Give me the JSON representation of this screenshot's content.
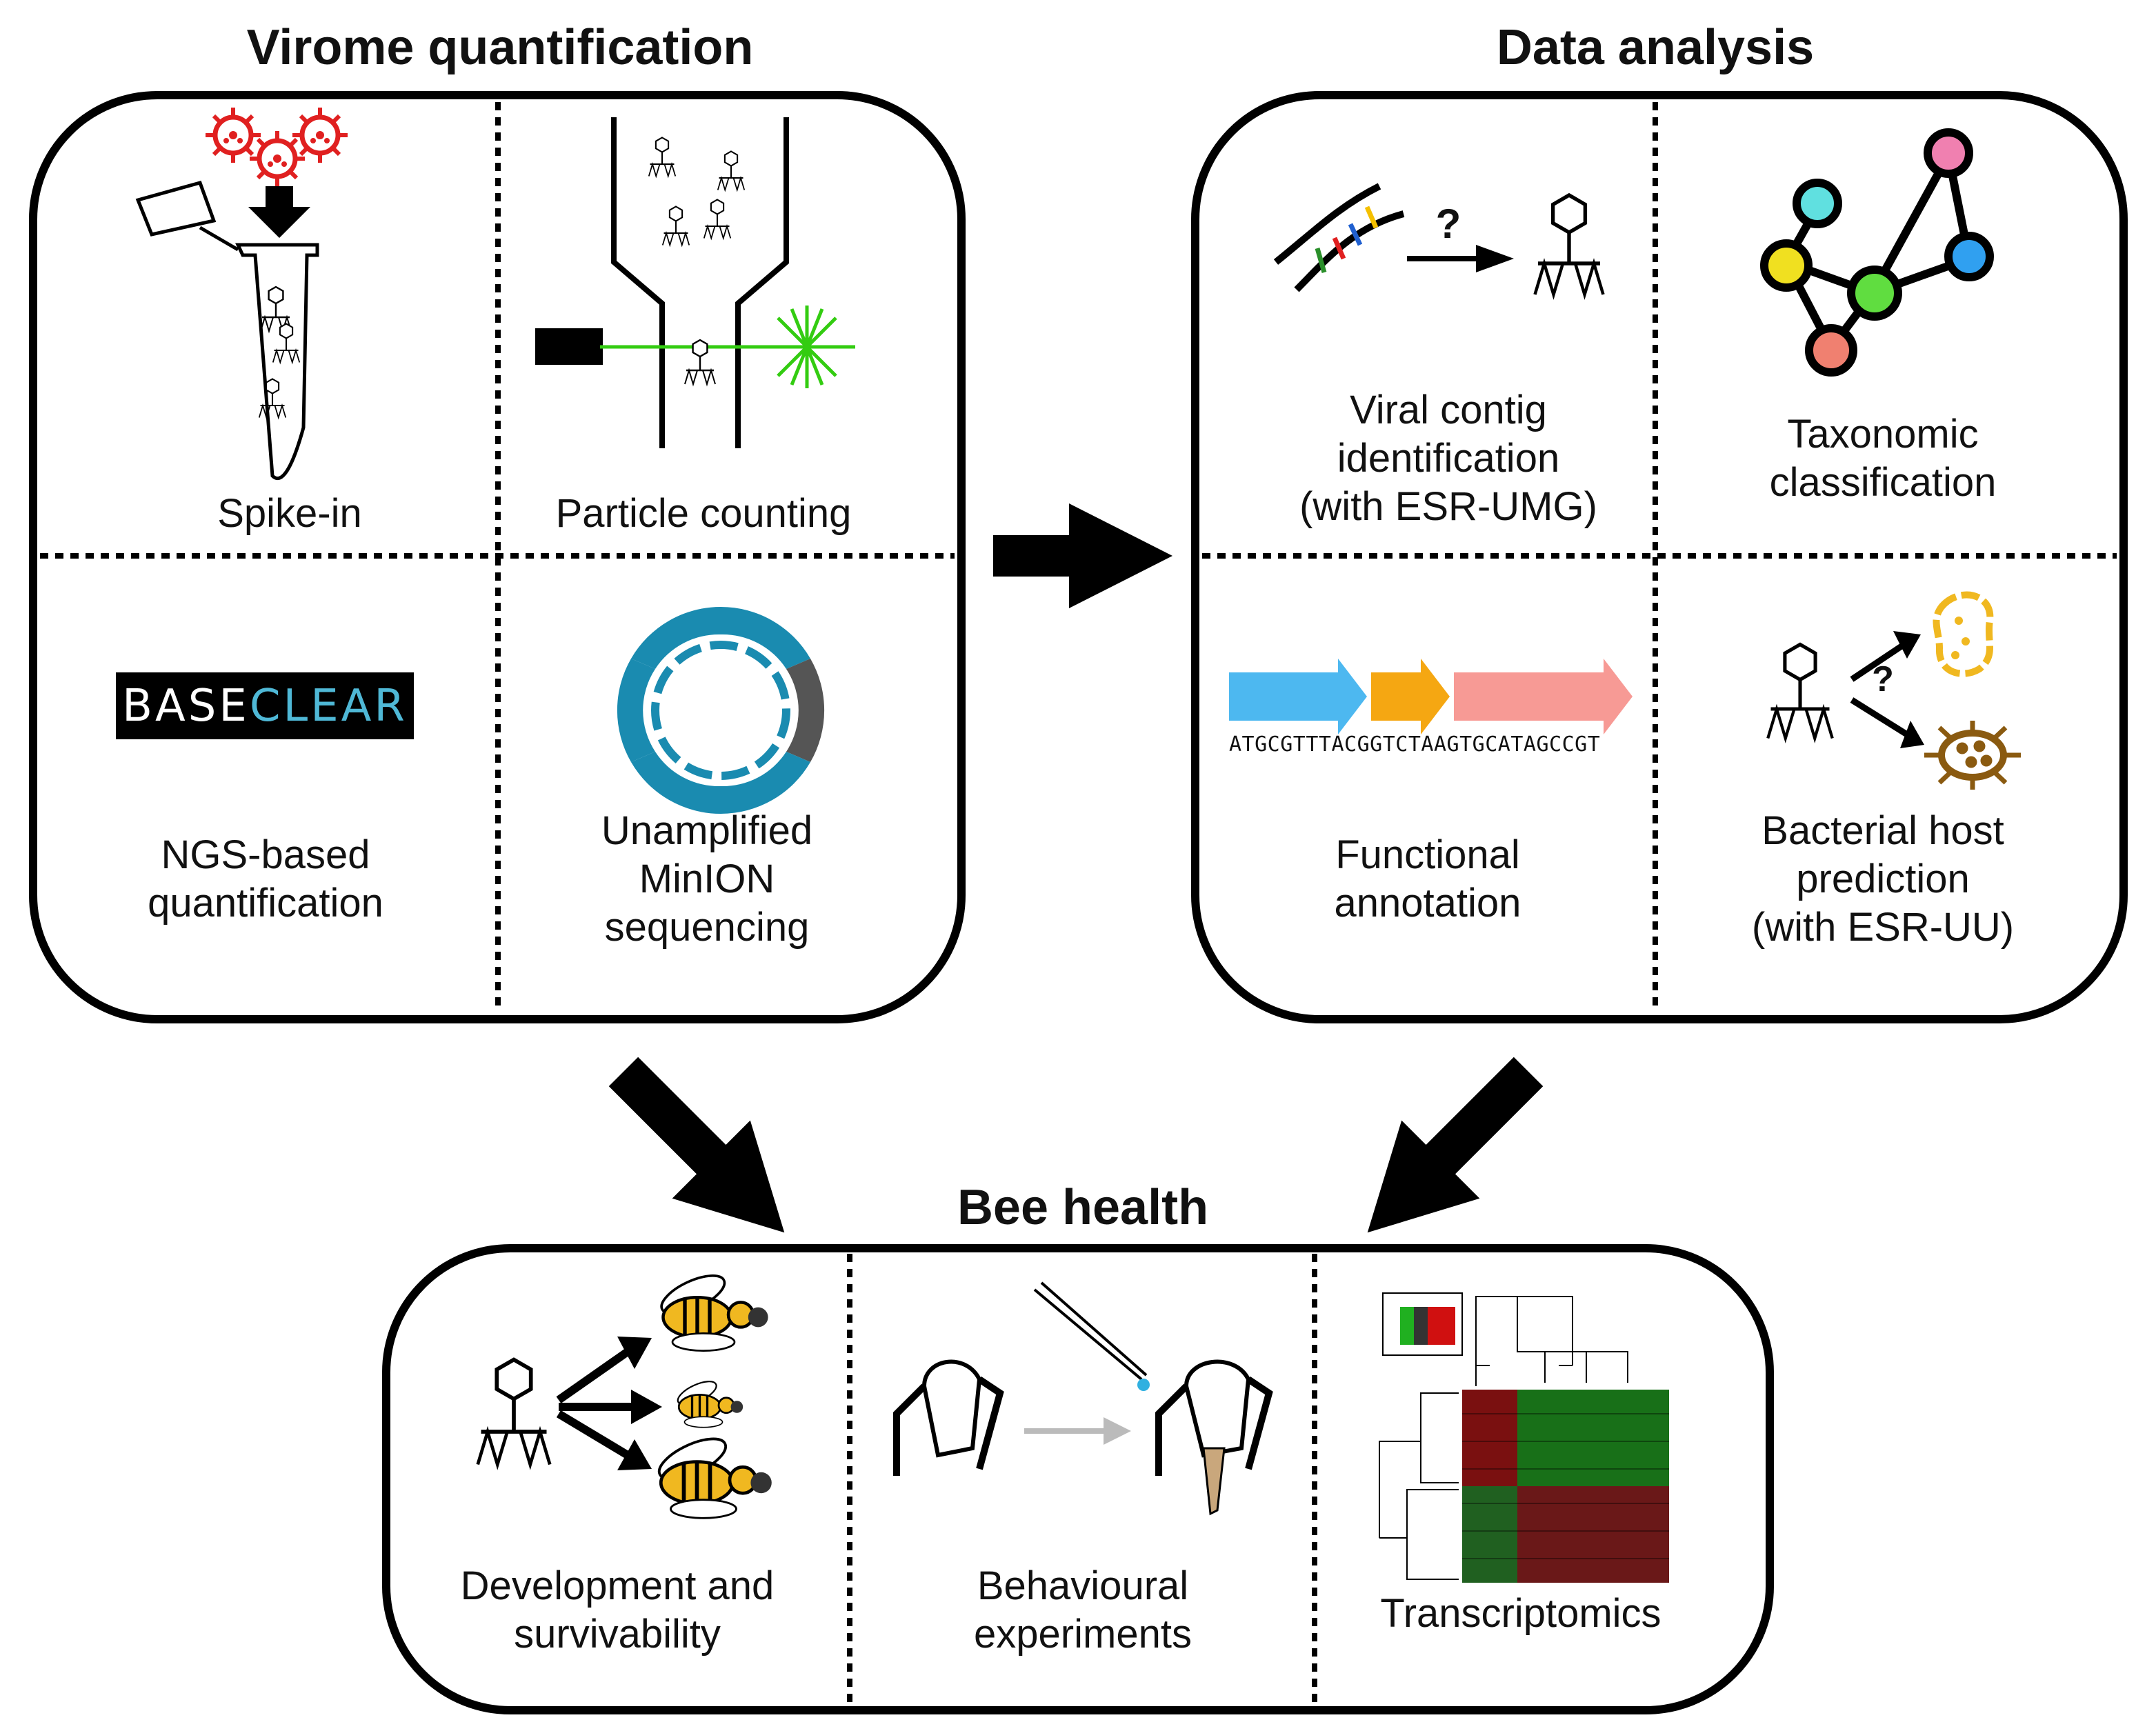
{
  "sections": {
    "virome": {
      "title": "Virome quantification",
      "panels": [
        {
          "lines": [
            "Spike-in"
          ]
        },
        {
          "lines": [
            "Particle counting"
          ]
        },
        {
          "lines": [
            "NGS-based",
            "quantification"
          ]
        },
        {
          "lines": [
            "Unamplified",
            "MinION",
            "sequencing"
          ]
        }
      ],
      "logo": {
        "part1": "BASE",
        "part2": "CLEAR"
      }
    },
    "analysis": {
      "title": "Data analysis",
      "panels": [
        {
          "lines": [
            "Viral contig",
            "identification",
            "(with ESR-UMG)"
          ]
        },
        {
          "lines": [
            "Taxonomic",
            "classification"
          ]
        },
        {
          "lines": [
            "Functional",
            "annotation"
          ]
        },
        {
          "lines": [
            "Bacterial host",
            "prediction",
            "(with ESR-UU)"
          ]
        }
      ],
      "sequence": "ATGCGTTTACGGTCTAAGTGCATAGCCGT",
      "question_mark": "?"
    },
    "bee": {
      "title": "Bee health",
      "panels": [
        {
          "lines": [
            "Development and",
            "survivability"
          ]
        },
        {
          "lines": [
            "Behavioural",
            "experiments"
          ]
        },
        {
          "lines": [
            "Transcriptomics"
          ]
        }
      ]
    }
  },
  "colors": {
    "virus_red": "#e02020",
    "laser_green": "#33cc11",
    "minion_blue": "#1a8bb0",
    "gene_blue": "#4db8f0",
    "gene_orange": "#f5a712",
    "gene_pink": "#f79a95",
    "node_pink": "#f080b0",
    "node_cyan": "#60e0e0",
    "node_yellow": "#f0e020",
    "node_green": "#60dd40",
    "node_blue": "#30a0f0",
    "node_salmon": "#f08070",
    "bee_yellow": "#f0b820",
    "bacteria_brown": "#8a5a10",
    "heat_red": "#c01010",
    "heat_green": "#109010"
  }
}
